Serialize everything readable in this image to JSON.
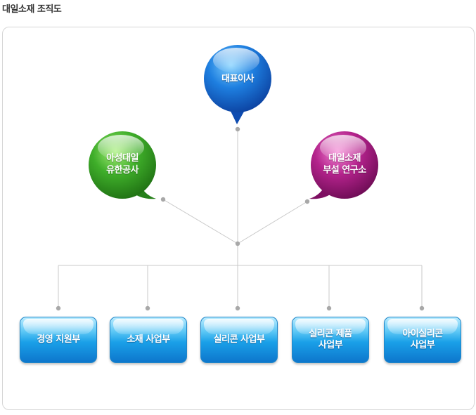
{
  "page_title": "대일소재 조직도",
  "colors": {
    "ceo": "#1a6fd0",
    "affiliate": "#3fae2a",
    "research": "#b4238c",
    "department": "#1aa0e8",
    "connector": "#c8c8c8",
    "connector_dot": "#a8a8a8"
  },
  "top": {
    "ceo_label": "대표이사"
  },
  "side": {
    "affiliate_line1": "아성대일",
    "affiliate_line2": "유한공사",
    "research_line1": "대일소재",
    "research_line2": "부설 연구소"
  },
  "departments": [
    {
      "label": "경영 지원부"
    },
    {
      "label": "소재 사업부"
    },
    {
      "label": "실리콘 사업부"
    },
    {
      "label": "실리콘 제품\n사업부"
    },
    {
      "label": "아이실리콘\n사업부"
    }
  ]
}
